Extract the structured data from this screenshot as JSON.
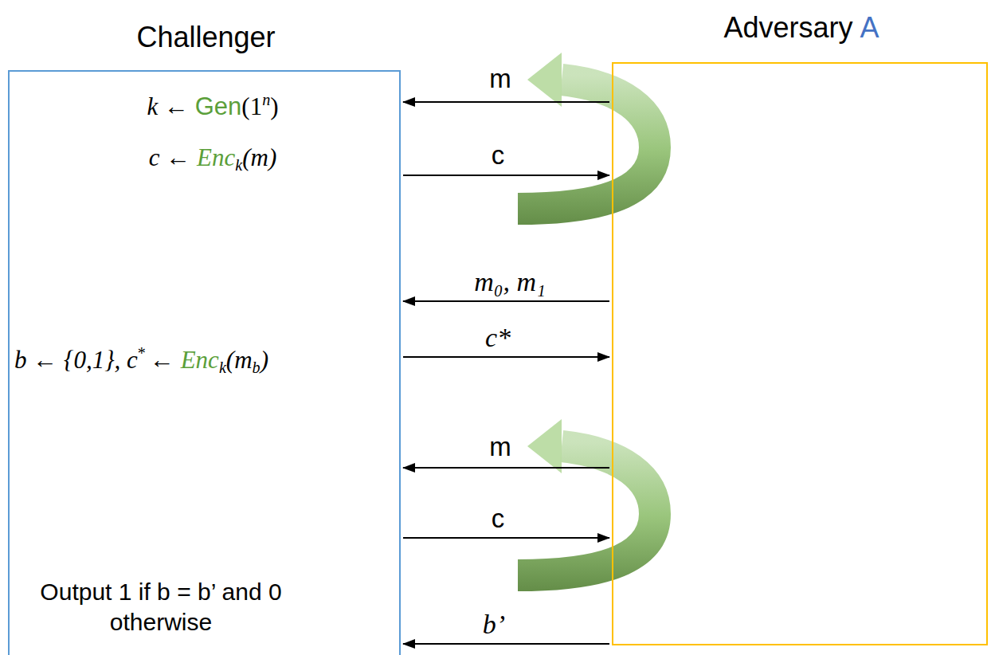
{
  "diagram": {
    "nodes": [
      {
        "text": [
          "Challenger",
          "k ←",
          "Gen",
          "(1",
          "n",
          ")",
          "c ←",
          "Enc",
          "k",
          "(m)",
          "b ← {0,1}, c",
          "*",
          "←",
          "Enc",
          "k",
          "(m",
          "b",
          ")",
          "Output 1 if b = b’ and 0 otherwise"
        ]
      },
      {
        "text": [
          "Adversary",
          "A"
        ]
      }
    ],
    "edges": [
      {
        "from": 1,
        "to": 0,
        "label": "m",
        "arrow": "to"
      },
      {
        "from": 0,
        "to": 1,
        "label": "c",
        "arrow": "to"
      },
      {
        "from": 1,
        "to": 0,
        "label": "m₀, m₁",
        "arrow": "to"
      },
      {
        "from": 0,
        "to": 1,
        "label": "c*",
        "arrow": "to"
      },
      {
        "from": 1,
        "to": 0,
        "label": "m",
        "arrow": "to"
      },
      {
        "from": 0,
        "to": 1,
        "label": "c",
        "arrow": "to"
      },
      {
        "from": 1,
        "to": 0,
        "label": "b’",
        "arrow": "to"
      }
    ]
  }
}
